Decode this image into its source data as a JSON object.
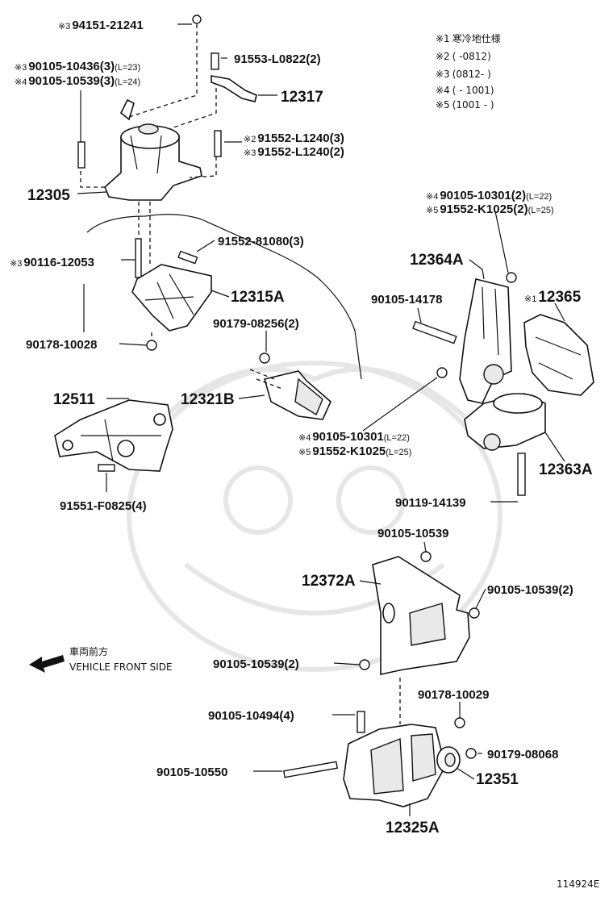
{
  "notes": [
    {
      "mark": "※1",
      "text": "寒冷地仕様"
    },
    {
      "mark": "※2",
      "text": "(        -0812)"
    },
    {
      "mark": "※3",
      "text": "(0812-        )"
    },
    {
      "mark": "※4",
      "text": "(        - 1001)"
    },
    {
      "mark": "※5",
      "text": "(1001 -        )"
    }
  ],
  "direction": {
    "jp": "車両前方",
    "en": "VEHICLE FRONT SIDE"
  },
  "diagram_id": "114924E",
  "labels": {
    "p94151": {
      "mark": "※3",
      "text": "94151-21241"
    },
    "p90105_10436": {
      "mark": "※3",
      "text": "90105-10436(3)",
      "suffix": "(L=23)"
    },
    "p90105_10539_3": {
      "mark": "※4",
      "text": "90105-10539(3)",
      "suffix": "(L=24)"
    },
    "p91553": {
      "text": "91553-L0822(2)"
    },
    "p12317": {
      "text": "12317"
    },
    "p91552_l1240_3": {
      "mark": "※2",
      "text": "91552-L1240(3)"
    },
    "p91552_l1240_2": {
      "mark": "※3",
      "text": "91552-L1240(2)"
    },
    "p12305": {
      "text": "12305"
    },
    "p91552_81080": {
      "text": "91552-81080(3)"
    },
    "p90116": {
      "mark": "※3",
      "text": "90116-12053"
    },
    "p12315A": {
      "text": "12315A"
    },
    "p90179_08256": {
      "text": "90179-08256(2)"
    },
    "p90178_10028": {
      "text": "90178-10028"
    },
    "p12511": {
      "text": "12511"
    },
    "p12321B": {
      "text": "12321B"
    },
    "p91551": {
      "text": "91551-F0825(4)"
    },
    "p90105_10301_a": {
      "mark": "※4",
      "text": "90105-10301(2)",
      "suffix": "(L=22)"
    },
    "p91552_k1025_a": {
      "mark": "※5",
      "text": "91552-K1025(2)",
      "suffix": "(L=25)"
    },
    "p12364A": {
      "text": "12364A"
    },
    "p90105_14178": {
      "text": "90105-14178"
    },
    "p12365": {
      "mark": "※1",
      "text": "12365"
    },
    "p90105_10301_b": {
      "mark": "※4",
      "text": "90105-10301",
      "suffix": "(L=22)"
    },
    "p91552_k1025_b": {
      "mark": "※5",
      "text": "91552-K1025",
      "suffix": "(L=25)"
    },
    "p12363A": {
      "text": "12363A"
    },
    "p90119": {
      "text": "90119-14139"
    },
    "p90105_10539_top": {
      "text": "90105-10539"
    },
    "p12372A": {
      "text": "12372A"
    },
    "p90105_10539_r": {
      "text": "90105-10539(2)"
    },
    "p90105_10539_l": {
      "text": "90105-10539(2)"
    },
    "p90178_10029": {
      "text": "90178-10029"
    },
    "p90105_10494": {
      "text": "90105-10494(4)"
    },
    "p90179_08068": {
      "text": "90179-08068"
    },
    "p90105_10550": {
      "text": "90105-10550"
    },
    "p12351": {
      "text": "12351"
    },
    "p12325A": {
      "text": "12325A"
    }
  }
}
